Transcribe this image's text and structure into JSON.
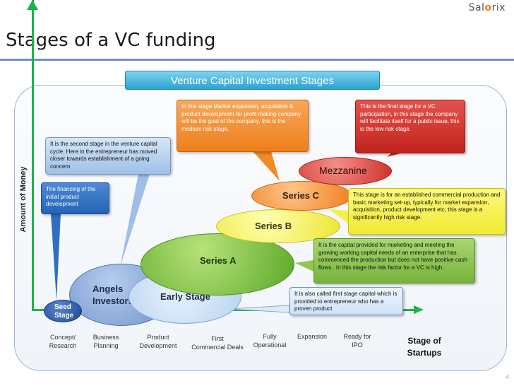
{
  "slide": {
    "title": "Stages of a VC funding",
    "page_number": "4"
  },
  "logo": {
    "pre": "Sal",
    "mid": "o",
    "post": "rix"
  },
  "banner": "Venture Capital Investment Stages",
  "axes": {
    "y_label": "Amount of Money",
    "x_label": "Stage of Startups"
  },
  "stage_ticks": [
    {
      "l1": "Concept/",
      "l2": "Research"
    },
    {
      "l1": "Business",
      "l2": "Planning"
    },
    {
      "l1": "Product",
      "l2": "Development"
    },
    {
      "l1": "First",
      "l2": "Commercial Deals"
    },
    {
      "l1": "Fully",
      "l2": "Operational"
    },
    {
      "l1": "Expansion",
      "l2": ""
    },
    {
      "l1": "Ready for",
      "l2": "IPO"
    }
  ],
  "stages": {
    "seed": {
      "l1": "Seed",
      "l2": "Stage"
    },
    "angels": {
      "l1": "Angels",
      "l2": "Investors"
    },
    "early": "Early Stage",
    "series_a": "Series A",
    "series_b": "Series B",
    "series_c": "Series C",
    "mezzanine": "Mezzanine"
  },
  "callouts": {
    "seed": "The financing of the initial product development",
    "angels": "It is the second stage in the venture capital cycle. Here in the entrepreneur has moved closer towards establishment of a going concern",
    "early": "It is also called first stage capital which is provided to entrepreneur who has a proven product",
    "series_a": "It is the capital provided for marketing and meeting the growing working capital needs of an enterprise that has commenced the production but does not have positive cash flows . In this stage the risk factor for a VC is high.",
    "series_b": "This stage is for an established commercial production and basic marketing set-up, typically for market expansion, acquisition, product development etc, this stage is a significantly high risk stage.",
    "series_c": "In this stage Market expansion, acquisition & product development for profit making company will be the goal of the company, this is the medium risk stage.",
    "mezzanine": "This is the final stage for a VC participation, in this stage the company will facilitate itself for a public issue, this is the low risk stage."
  },
  "colors": {
    "axis_arrow": "#1bb24b",
    "banner": "#2aa3cf",
    "series_a": "#6ab82f",
    "series_b": "#f2ee3a",
    "series_c": "#f0801e",
    "mezzanine": "#d3312b",
    "angels": "#7fa3d6",
    "early": "#c6ddf4",
    "seed": "#2d58a6"
  }
}
